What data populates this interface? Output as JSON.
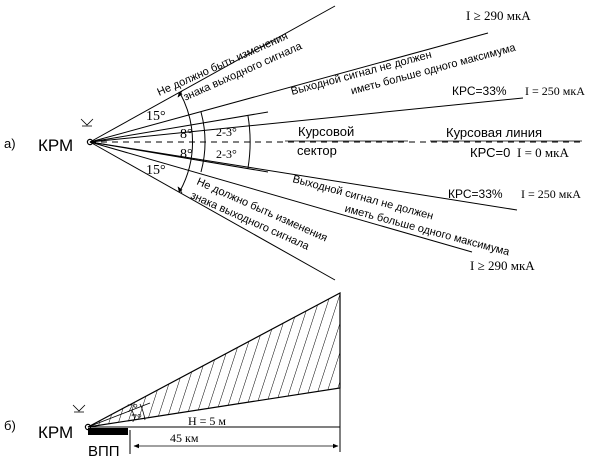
{
  "part_a": {
    "label": "а)",
    "beacon": "КРМ",
    "angle_outer_top": "15°",
    "angle_outer_bottom": "15°",
    "angle_inner_top": "8°",
    "angle_inner_bottom": "8°",
    "angle_sector_top": "2-3°",
    "angle_sector_bottom": "2-3°",
    "sector_line1": "Курсовой",
    "sector_line2": "сектор",
    "course_line": "Курсовая линия",
    "krs_zero": "КРС=0",
    "i_zero": "I = 0 мкА",
    "krs_33_top": "КРС=33%",
    "i_250_top": "I = 250 мкА",
    "krs_33_bottom": "КРС=33%",
    "i_250_bottom": "I = 250 мкА",
    "i_290_top": "I ≥ 290 мкА",
    "i_290_bottom": "I ≥ 290 мкА",
    "note_sign_top_1": "Не должно быть изменения",
    "note_sign_top_2": "знака выходного сигнала",
    "note_max_top_1": "Выходной сигнал не должен",
    "note_max_top_2": "иметь больше одного максимума",
    "note_max_bottom_1": "Выходной сигнал не должен",
    "note_max_bottom_2": "иметь больше одного максимума",
    "note_sign_bottom_1": "Не должно быть изменения",
    "note_sign_bottom_2": "знака выходного сигнала"
  },
  "part_b": {
    "label": "б)",
    "beacon": "КРМ",
    "runway": "ВПП",
    "angle_top": "7°",
    "angle_bottom": "7°",
    "height": "H = 5 м",
    "distance": "45 км"
  }
}
